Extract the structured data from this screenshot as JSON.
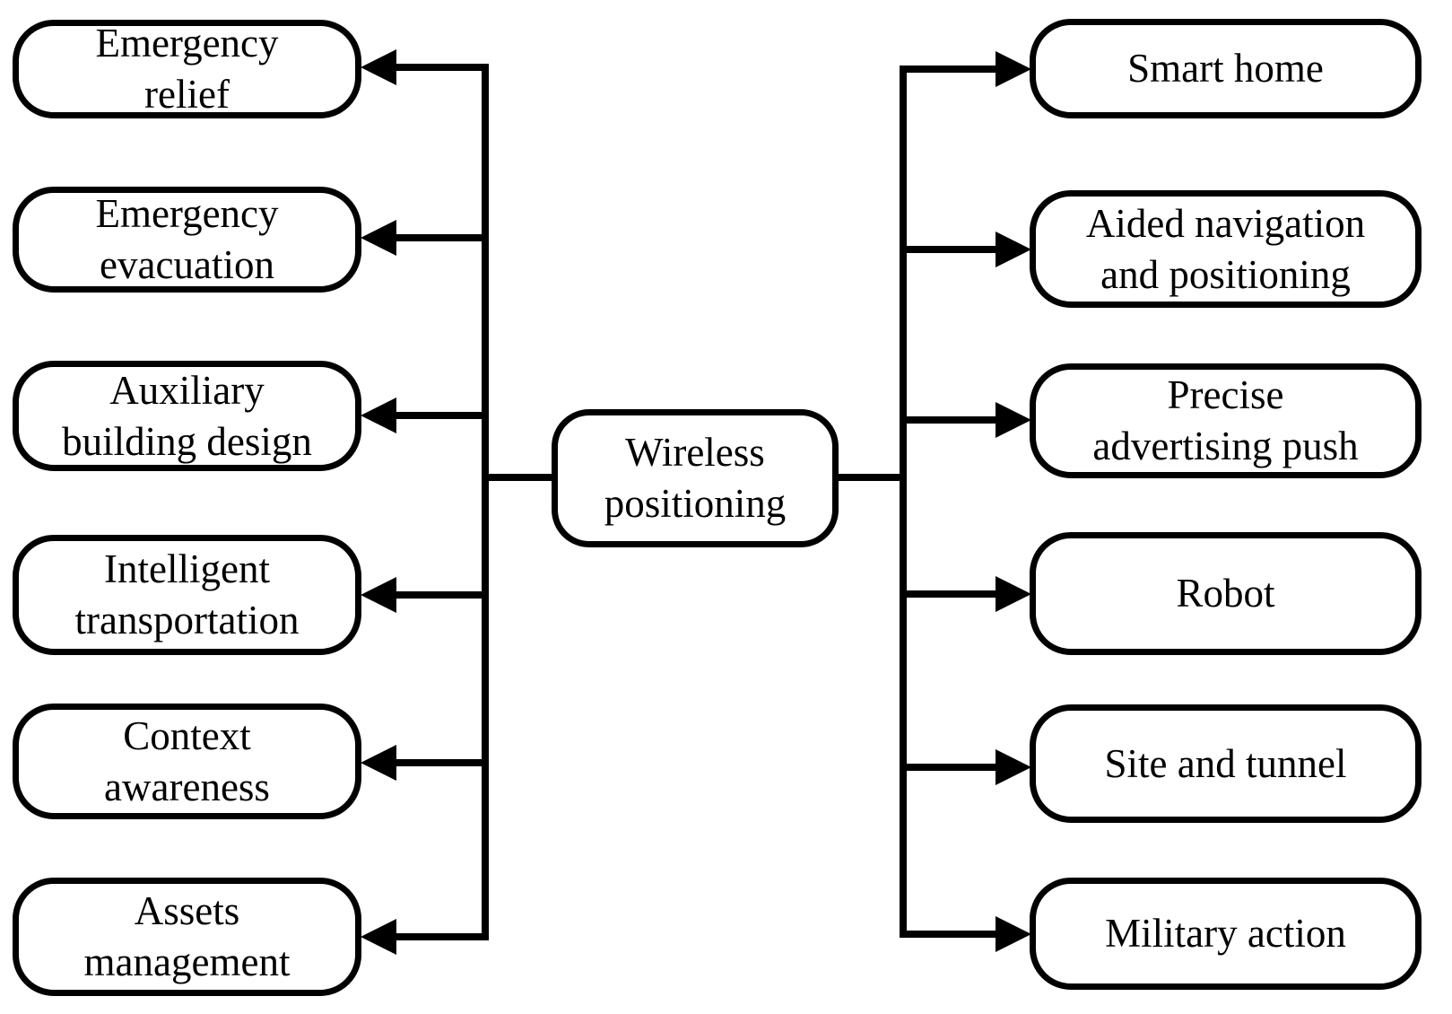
{
  "colors": {
    "ink": "#000000",
    "background": "#ffffff"
  },
  "center_node": {
    "label": "Wireless positioning",
    "lines": [
      "Wireless",
      "positioning"
    ]
  },
  "left": [
    {
      "label": "Emergency relief",
      "lines": [
        "Emergency",
        "relief"
      ]
    },
    {
      "label": "Emergency evacuation",
      "lines": [
        "Emergency",
        "evacuation"
      ]
    },
    {
      "label": "Auxiliary building design",
      "lines": [
        "Auxiliary",
        "building design"
      ]
    },
    {
      "label": "Intelligent transportation",
      "lines": [
        "Intelligent",
        "transportation"
      ]
    },
    {
      "label": "Context awareness",
      "lines": [
        "Context",
        "awareness"
      ]
    },
    {
      "label": "Assets management",
      "lines": [
        "Assets",
        "management"
      ]
    }
  ],
  "right": [
    {
      "label": "Smart home",
      "lines": [
        "Smart home"
      ]
    },
    {
      "label": "Aided navigation and positioning",
      "lines": [
        "Aided navigation",
        "and positioning"
      ]
    },
    {
      "label": "Precise advertising push",
      "lines": [
        "Precise",
        "advertising push"
      ]
    },
    {
      "label": "Robot",
      "lines": [
        "Robot"
      ]
    },
    {
      "label": "Site and tunnel",
      "lines": [
        "Site and tunnel"
      ]
    },
    {
      "label": "Military action",
      "lines": [
        "Military action"
      ]
    }
  ]
}
